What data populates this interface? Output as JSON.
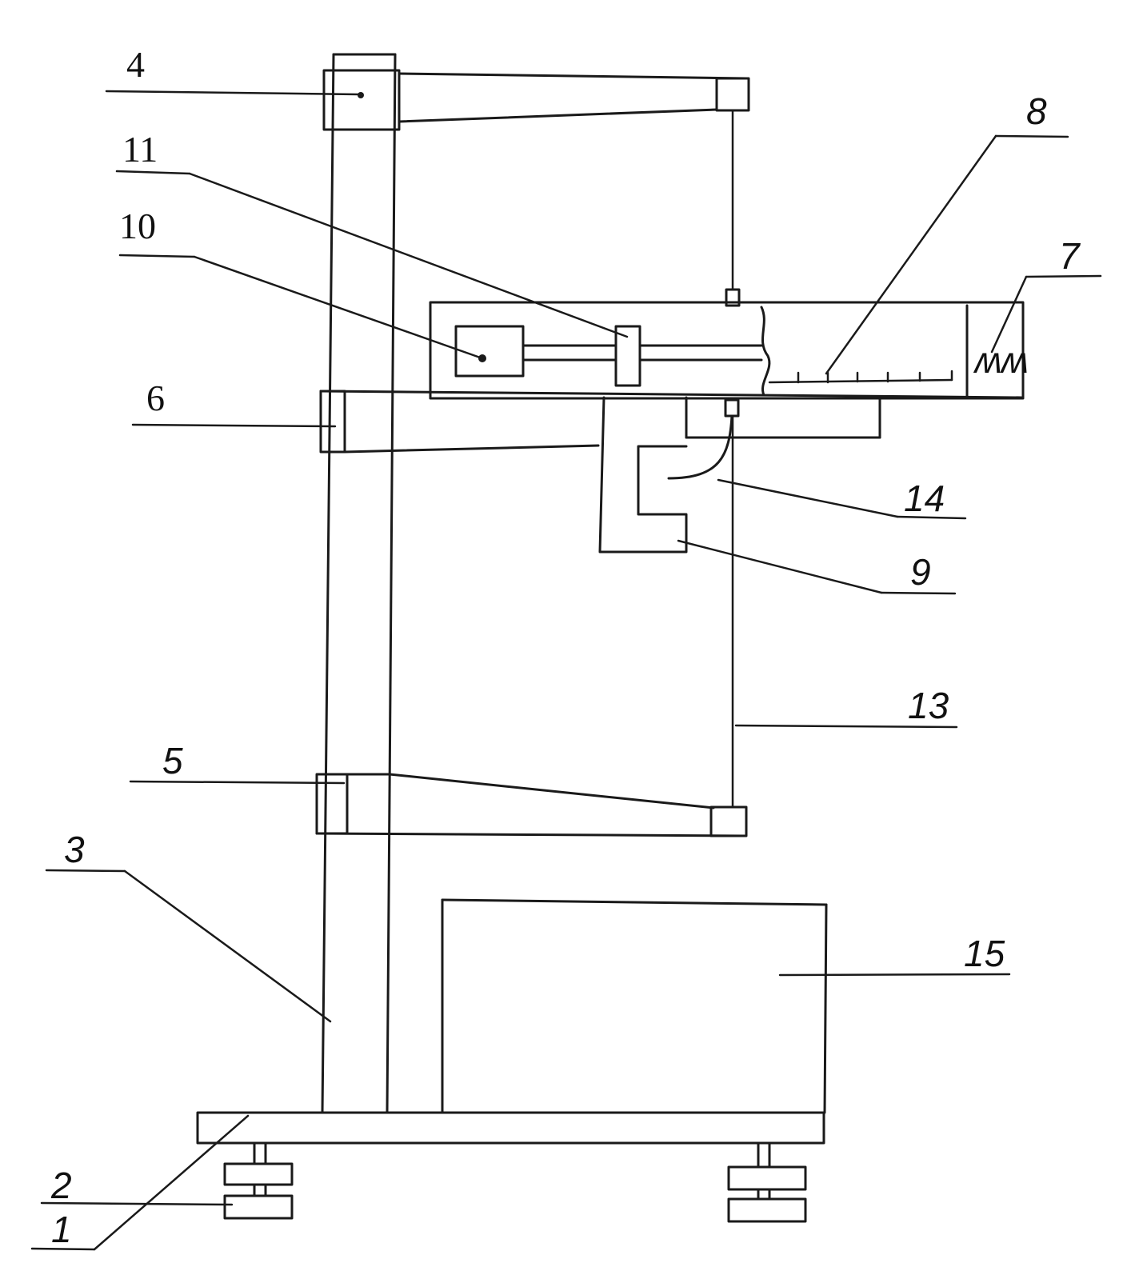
{
  "labels": {
    "l1": "1",
    "l2": "2",
    "l3": "3",
    "l4": "4",
    "l5": "5",
    "l6": "6",
    "l7": "7",
    "l8": "8",
    "l9": "9",
    "l10": "10",
    "l11": "11",
    "l13": "13",
    "l14": "14",
    "l15": "15",
    "spring_glyph": "ʍʍ"
  },
  "ink_color": "#1a1a1a",
  "background_color": "#ffffff"
}
